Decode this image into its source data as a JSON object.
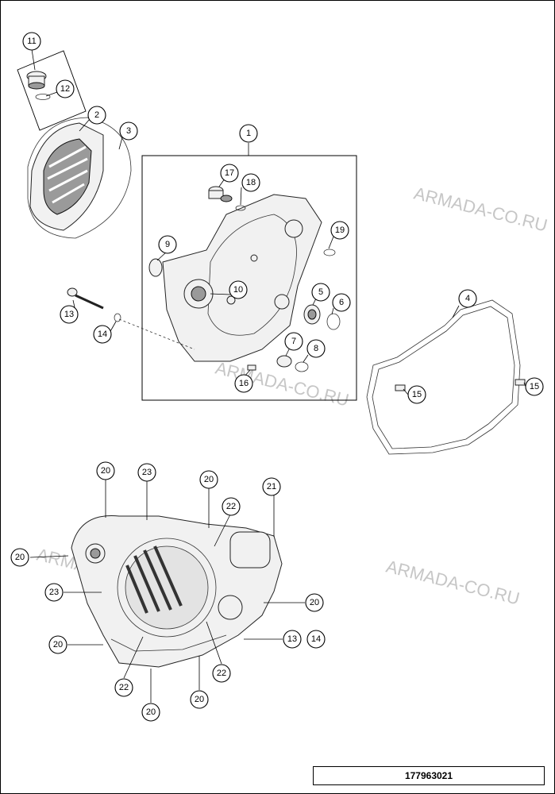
{
  "diagram_id": "177963021",
  "watermark": "ARMADA-CO.RU",
  "callouts": [
    "1",
    "2",
    "3",
    "4",
    "5",
    "6",
    "7",
    "8",
    "9",
    "10",
    "11",
    "12",
    "13",
    "14",
    "15",
    "16",
    "17",
    "18",
    "19",
    "20",
    "21",
    "22",
    "23"
  ]
}
